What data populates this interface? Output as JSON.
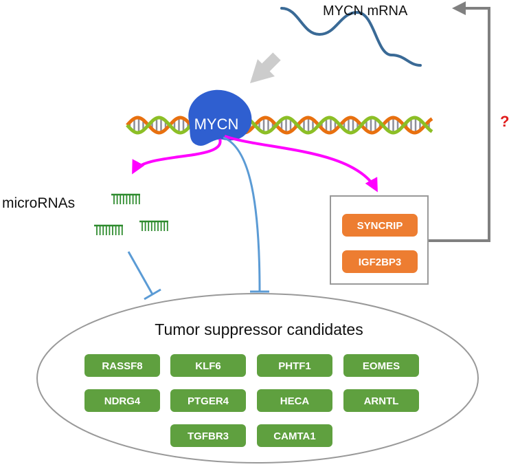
{
  "mrna_label": "MYCN mRNA",
  "question_mark": "?",
  "protein_label": "MYCN",
  "micrornas_label": "microRNAs",
  "rna_binding_proteins": [
    "SYNCRIP",
    "IGF2BP3"
  ],
  "tumor_suppressor_title": "Tumor suppressor candidates",
  "tumor_suppressors": [
    [
      "RASSF8",
      "KLF6",
      "PHTF1",
      "EOMES"
    ],
    [
      "NDRG4",
      "PTGER4",
      "HECA",
      "ARNTL"
    ],
    [
      "TGFBR3",
      "CAMTA1"
    ]
  ],
  "colors": {
    "activation_arrow": "#ff00ff",
    "inhibition": "#5b9bd5",
    "feedback_arrow": "#808080",
    "question_mark": "#e01b1b",
    "mrna_wave": "#3a6a96",
    "protein": "#2f5fd0",
    "rbp_box": "#ed7d31",
    "suppressor_box": "#5fa03f",
    "microrna": "#2e8b2e",
    "dna_green": "#8cbf26",
    "dna_orange": "#e8700f"
  },
  "icons": {
    "microrna": "hairpin-comb-icon",
    "dna": "double-helix-icon"
  }
}
